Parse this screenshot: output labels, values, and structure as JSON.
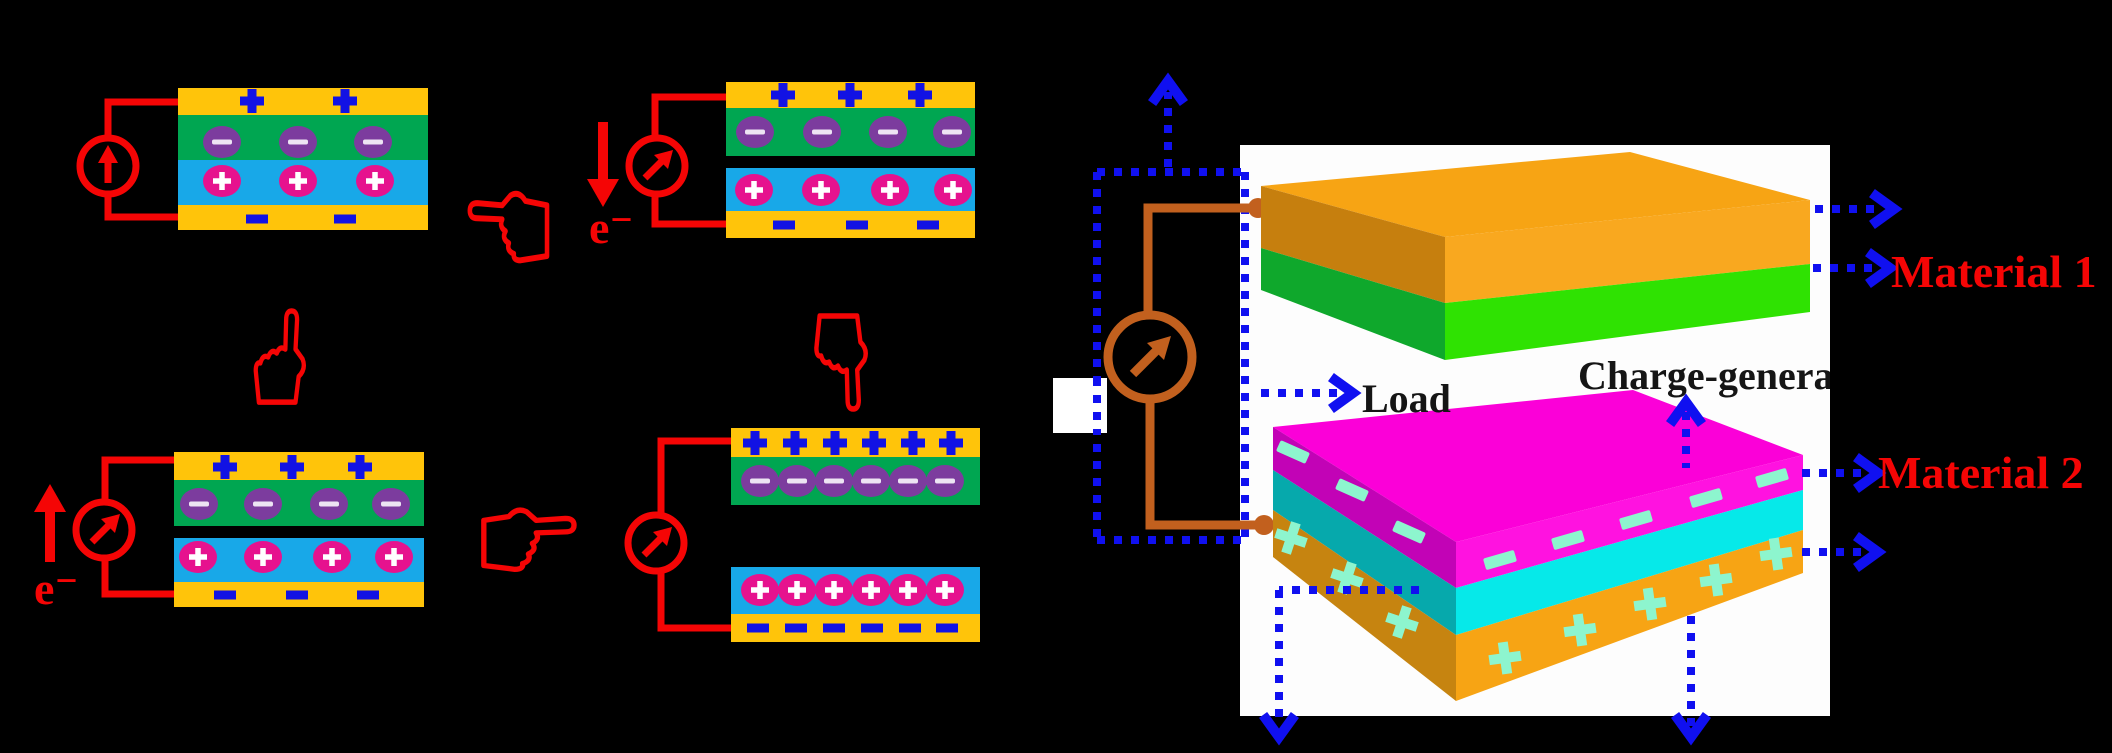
{
  "figure": {
    "type": "triboelectric-nanogenerator-working-principle-diagram",
    "background": "#000000",
    "panel_background": "#ffffff"
  },
  "labels": {
    "material1": "Material 1",
    "material2": "Material 2",
    "load": "Load",
    "charge_layer": "Charge-genera",
    "electron": "e⁻"
  },
  "colors": {
    "electrode_yellow": "#FFC40A",
    "dielectric_green": "#00A651",
    "dielectric_blue": "#18A8E8",
    "negative_ion_purple": "#7C3C9E",
    "positive_ion_magenta": "#E6128E",
    "electrode_charge_blue": "#1212E4",
    "annotation_red": "#F50505",
    "dotted_circuit_blue": "#1010F0",
    "wire_brown": "#C2601E",
    "slab1_orange_top": "#F7A414",
    "slab1_orange_side": "#C67F0E",
    "slab1_green_front": "#2FE202",
    "slab1_green_side": "#0FA82C",
    "slab2_magenta_top": "#FB00D8",
    "slab2_magenta_side": "#C203B6",
    "slab2_cyan_front": "#06E9E9",
    "slab2_cyan_side": "#06A9AC",
    "slab2_orange_front": "#F7A414",
    "slab2_orange_side": "#C68410",
    "surface_charge_aquamarine": "#8DF5CE",
    "label_red": "#F50505",
    "label_black": "#151515"
  },
  "devices": [
    {
      "id": 1,
      "position": "top-left",
      "state": "contact (no gap)",
      "meter_arrow": "up",
      "electron_flow_label": null,
      "top_electrode_plus_count": 2,
      "green_layer_negative_ions": 3,
      "blue_layer_positive_ions": 3,
      "bottom_electrode_minus_count": 2
    },
    {
      "id": 2,
      "position": "top-right",
      "state": "releasing (small gap)",
      "meter_arrow": "up-right",
      "electron_flow_label": "e⁻ down arrow",
      "top_electrode_plus_count": 3,
      "green_layer_negative_ions": 4,
      "blue_layer_positive_ions": 4,
      "bottom_electrode_minus_count": 3
    },
    {
      "id": 3,
      "position": "bottom-left",
      "state": "pressing (small gap)",
      "meter_arrow": "up-right",
      "electron_flow_label": "e⁻ up arrow",
      "top_electrode_plus_count": 3,
      "green_layer_negative_ions": 4,
      "blue_layer_positive_ions": 4,
      "bottom_electrode_minus_count": 3
    },
    {
      "id": 4,
      "position": "bottom-right",
      "state": "released (large gap)",
      "meter_arrow": "up-right",
      "electron_flow_label": null,
      "top_electrode_plus_count": 6,
      "green_layer_negative_ions": 6,
      "blue_layer_positive_ions": 6,
      "bottom_electrode_minus_count": 6
    }
  ],
  "hands": [
    {
      "direction": "left",
      "between": "device-1 and device-2"
    },
    {
      "direction": "up",
      "below": "device-1"
    },
    {
      "direction": "down",
      "above": "device-4"
    },
    {
      "direction": "right",
      "between": "device-3 and device-4"
    }
  ],
  "right_panel": {
    "material1_stack": [
      "orange electrode",
      "green film"
    ],
    "material2_stack": [
      "magenta film with − surface charges",
      "cyan film",
      "orange electrode with + charges"
    ],
    "material2_surface_negative_dashes": 8,
    "material2_electrode_plus_marks": 8,
    "galvanometer": "brown circle with up-right arrow",
    "dotted_blue_circuit": "connects load loop, materials and arrows"
  }
}
